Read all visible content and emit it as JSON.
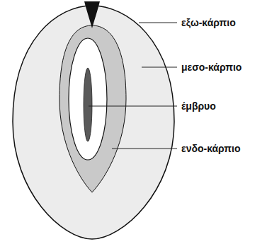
{
  "diagram": {
    "labels": [
      "εξω-κάρπιο",
      "μεσο-κάρπιο",
      "έμβρυο",
      "ενδο-κάρπιο"
    ]
  }
}
